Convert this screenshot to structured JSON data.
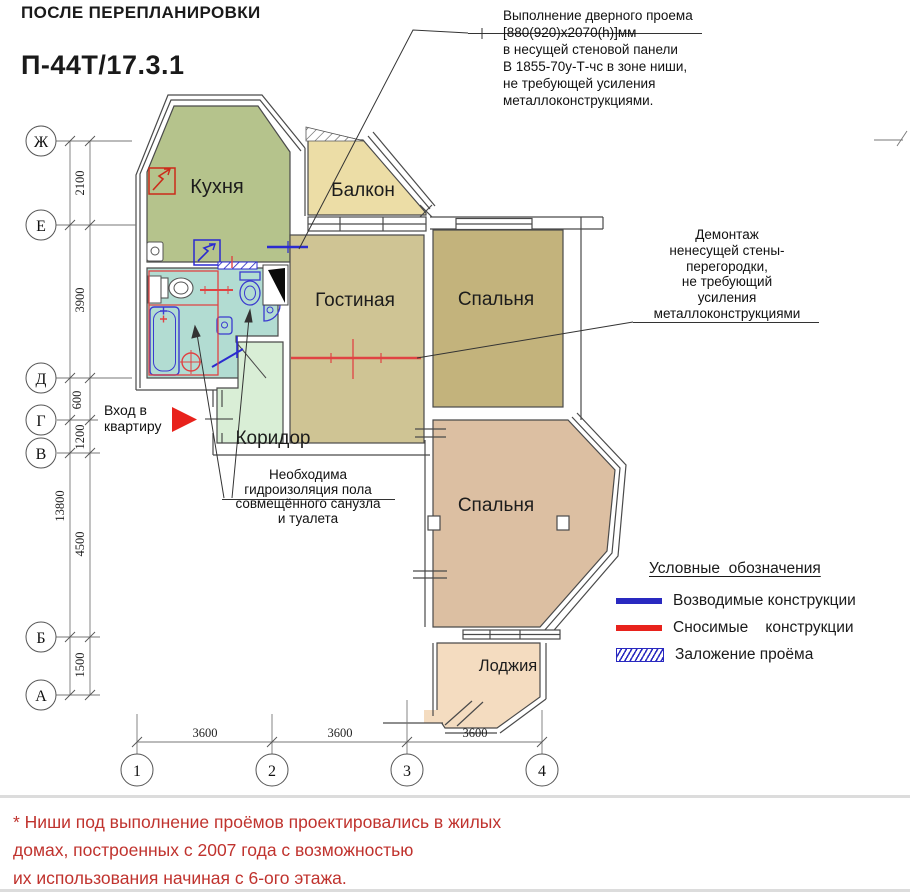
{
  "title": "ПОСЛЕ ПЕРЕПЛАНИРОВКИ",
  "plan_code": "П-44Т/17.3.1",
  "rooms": {
    "kitchen": "Кухня",
    "balcony": "Балкон",
    "living": "Гостиная",
    "bedroom_top": "Спальня",
    "bedroom_bottom": "Спальня",
    "corridor": "Коридор",
    "loggia": "Лоджия"
  },
  "annotations": {
    "door_opening": {
      "lines": [
        "Выполнение дверного проема",
        "[880(920)x2070(h)]мм",
        "в несущей стеновой панели",
        "В 1855-70у-Т-чс в зоне ниши,",
        "не требующей усиления",
        "металлоконструкциями."
      ]
    },
    "demolition": {
      "lines": [
        "Демонтаж",
        "ненесущей стены-",
        "перегородки,",
        "не требующий",
        "усиления",
        "металлоконструкциями"
      ]
    },
    "waterproofing": {
      "lines": [
        "Необходима",
        "гидроизоляция пола",
        "совмещённого санузла",
        "и туалета"
      ]
    },
    "entrance": {
      "lines": [
        "Вход в",
        "квартиру"
      ]
    }
  },
  "legend": {
    "title": "Условные  обозначения",
    "items": [
      {
        "label": "Возводимые конструкции",
        "type": "line",
        "color": "#2929c0"
      },
      {
        "label": "Сносимые    конструкции",
        "type": "line",
        "color": "#e8221c"
      },
      {
        "label": "Заложение проёма",
        "type": "hatch",
        "color": "#2929c0"
      }
    ]
  },
  "axes": {
    "rows": [
      "Ж",
      "Е",
      "Д",
      "Г",
      "В",
      "Б",
      "А"
    ],
    "cols": [
      "1",
      "2",
      "3",
      "4"
    ],
    "row_dims": [
      "2100",
      "3900",
      "600",
      "1200",
      "4500",
      "1500"
    ],
    "total_dim": "13800",
    "col_dims": [
      "3600",
      "3600",
      "3600"
    ]
  },
  "footnote": {
    "lines": [
      "*  Ниши под выполнение проёмов проектировались в жилых",
      "домах, построенных с 2007 года с возможностью",
      "их использования  начиная с 6-ого этажа."
    ]
  },
  "colors": {
    "kitchen": "#b5c38c",
    "balcony": "#ecdda6",
    "living": "#cfc494",
    "bedroom_top": "#c3b37c",
    "bedroom_bottom": "#dcbfa2",
    "loggia": "#f4dcc0",
    "bathroom": "#b2dcd2",
    "corridor": "#d9eed6",
    "new_construction": "#2929c0",
    "demolished": "#e04343",
    "note_red": "#c0332e"
  }
}
